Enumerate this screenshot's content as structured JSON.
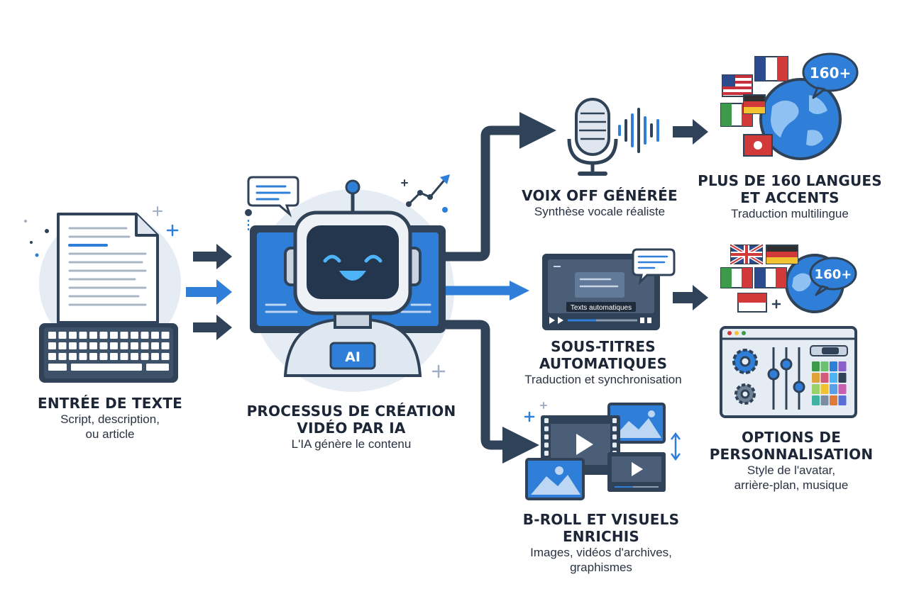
{
  "colors": {
    "navy": "#2f4257",
    "blue": "#2f7fd8",
    "light": "#e6ecf3",
    "dark": "#1f2a3a"
  },
  "steps": {
    "input": {
      "title": "ENTRÉE DE TEXTE",
      "lines": [
        "Script, description,",
        "ou article"
      ]
    },
    "process": {
      "title_lines": [
        "PROCESSUS DE CRÉATION",
        "VIDÉO PAR IA"
      ],
      "subtitle": "L'IA génère le contenu",
      "badge": "AI"
    },
    "voice": {
      "title": "VOIX OFF GÉNÉRÉE",
      "subtitle": "Synthèse vocale réaliste"
    },
    "languages": {
      "title_lines": [
        "PLUS DE 160 LANGUES",
        "ET ACCENTS"
      ],
      "subtitle": "Traduction multilingue",
      "badge": "160+"
    },
    "subtitles": {
      "title_lines": [
        "SOUS-TITRES",
        "AUTOMATIQUES"
      ],
      "subtitle": "Traduction et synchronisation",
      "screen_caption": "Texts automatiques",
      "badge": "160+"
    },
    "broll": {
      "title_lines": [
        "B-ROLL ET VISUELS",
        "ENRICHIS"
      ],
      "lines": [
        "Images, vidéos d'archives,",
        "graphismes"
      ]
    },
    "custom": {
      "title_lines": [
        "OPTIONS DE",
        "PERSONNALISATION"
      ],
      "lines": [
        "Style de l'avatar,",
        "arrière-plan, musique"
      ]
    }
  }
}
